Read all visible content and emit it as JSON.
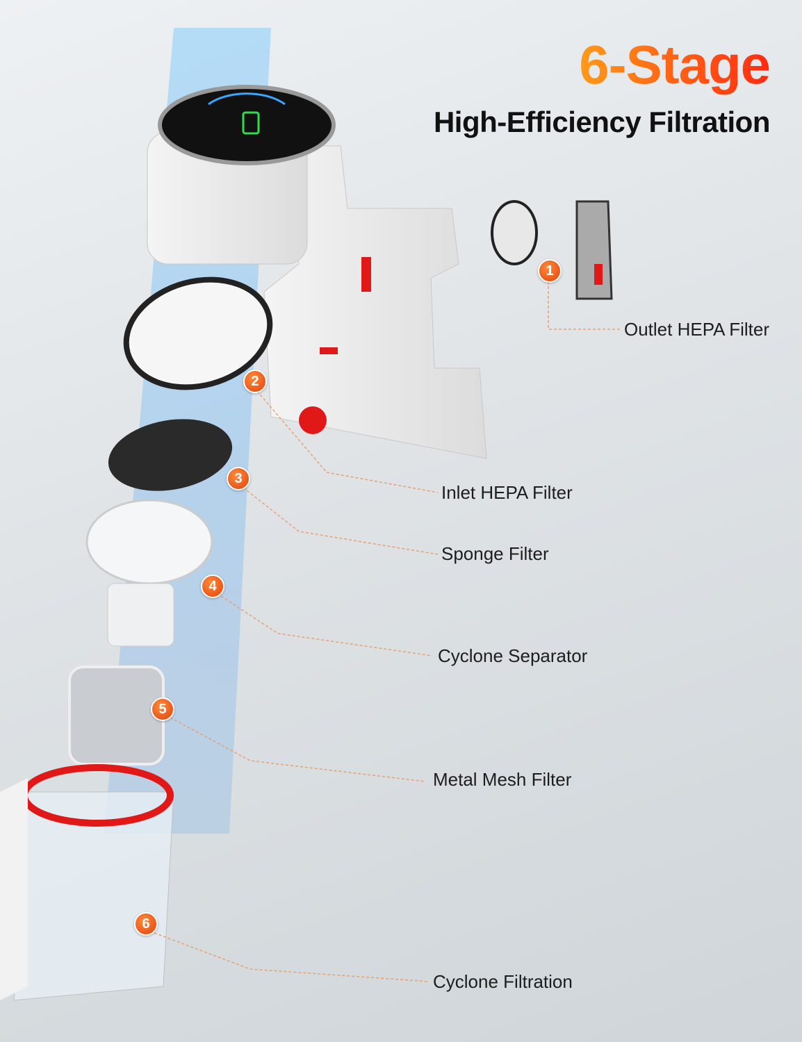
{
  "header": {
    "title": "6-Stage",
    "subtitle": "High-Efficiency Filtration"
  },
  "stages": [
    {
      "number": "1",
      "label": "Outlet HEPA Filter"
    },
    {
      "number": "2",
      "label": "Inlet HEPA Filter"
    },
    {
      "number": "3",
      "label": "Sponge Filter"
    },
    {
      "number": "4",
      "label": "Cyclone Separator"
    },
    {
      "number": "5",
      "label": "Metal Mesh Filter"
    },
    {
      "number": "6",
      "label": "Cyclone Filtration"
    }
  ],
  "colors": {
    "accent_start": "#ff9a1a",
    "accent_end": "#ff2a10",
    "badge": "#e8520f",
    "leader": "#e8a070"
  }
}
